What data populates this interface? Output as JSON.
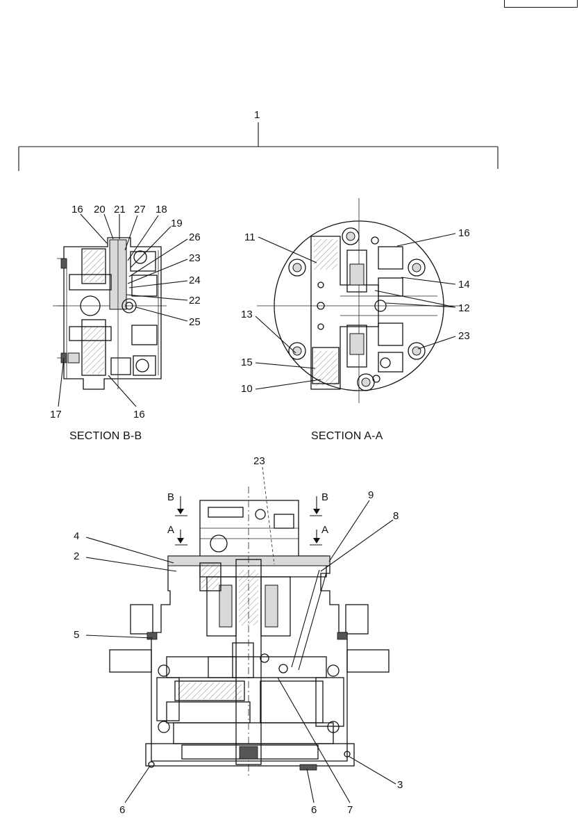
{
  "page_ref": "",
  "assembly_number": "1",
  "sections": {
    "b_b": "SECTION B-B",
    "a_a": "SECTION A-A"
  },
  "section_marks": {
    "b": "B",
    "a": "A"
  },
  "callouts_b_b": [
    "16",
    "20",
    "21",
    "27",
    "18",
    "19",
    "26",
    "23",
    "24",
    "22",
    "25",
    "17",
    "16"
  ],
  "callouts_a_a": [
    "11",
    "16",
    "14",
    "12",
    "13",
    "23",
    "15",
    "10"
  ],
  "callouts_main": [
    "23",
    "9",
    "8",
    "4",
    "2",
    "5",
    "3",
    "6",
    "6",
    "7"
  ]
}
